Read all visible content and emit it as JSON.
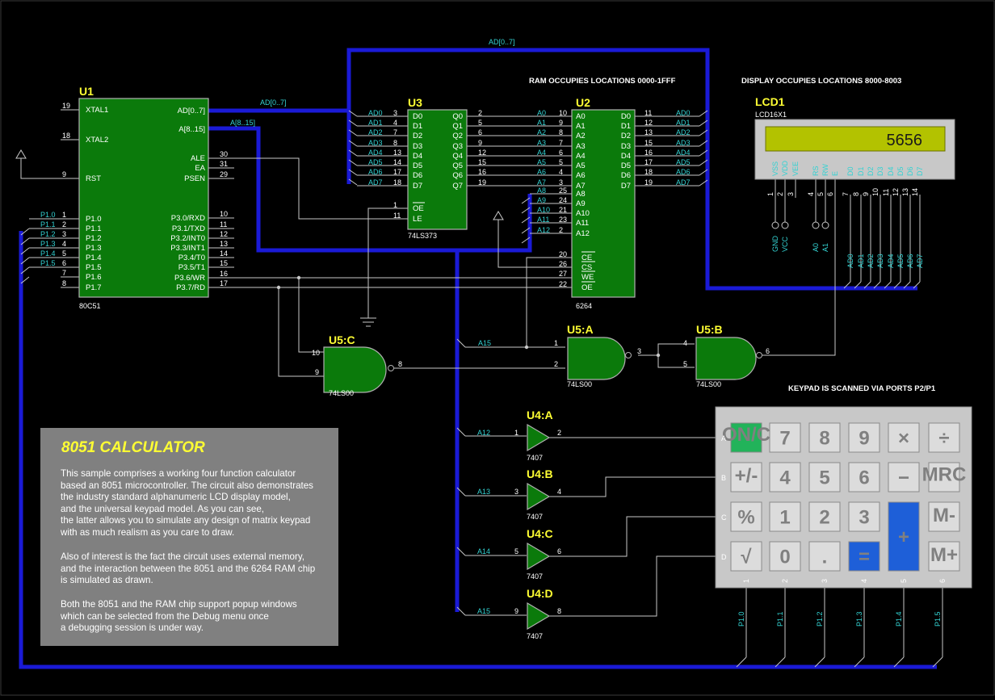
{
  "info_box": {
    "title": "8051 CALCULATOR",
    "paragraph1": "This sample comprises a working four function calculator\nbased an 8051 microcontroller. The circuit also demonstrates\nthe industry standard alphanumeric LCD display model,\nand the universal keypad model. As you can see,\nthe latter allows you to simulate any design of matrix keypad\nwith as much realism as you care to draw.",
    "paragraph2": "Also of interest is the fact the circuit uses external memory,\nand the interaction between the 8051 and the 6264 RAM chip\nis simulated as drawn.",
    "paragraph3": "Both the 8051 and the RAM chip support popup windows\nwhich can be selected from the Debug menu once\na debugging session is under way."
  },
  "notes": {
    "ram": "RAM OCCUPIES  LOCATIONS 0000-1FFF",
    "display": "DISPLAY OCCUPIES  LOCATIONS 8000-8003",
    "keypad": "KEYPAD IS SCANNED VIA PORTS P2/P1"
  },
  "bus_labels": {
    "top": "AD[0..7]",
    "u1_ad": "AD[0..7]",
    "u1_a": "A[8..15]"
  },
  "u1": {
    "ref": "U1",
    "part": "80C51",
    "left_pins": [
      {
        "num": "19",
        "name": "XTAL1"
      },
      {
        "num": "18",
        "name": "XTAL2"
      },
      {
        "num": "9",
        "name": "RST"
      },
      {
        "num": "1",
        "name": "P1.0"
      },
      {
        "num": "2",
        "name": "P1.1"
      },
      {
        "num": "3",
        "name": "P1.2"
      },
      {
        "num": "4",
        "name": "P1.3"
      },
      {
        "num": "5",
        "name": "P1.4"
      },
      {
        "num": "6",
        "name": "P1.5"
      },
      {
        "num": "7",
        "name": "P1.6"
      },
      {
        "num": "8",
        "name": "P1.7"
      }
    ],
    "right_top": [
      {
        "name": "AD[0..7]"
      },
      {
        "name": "A[8..15]"
      }
    ],
    "right_pins": [
      {
        "num": "30",
        "name": "ALE"
      },
      {
        "num": "31",
        "name": "EA"
      },
      {
        "num": "29",
        "name": "PSEN"
      },
      {
        "num": "10",
        "name": "P3.0/RXD"
      },
      {
        "num": "11",
        "name": "P3.1/TXD"
      },
      {
        "num": "12",
        "name": "P3.2/INT0"
      },
      {
        "num": "13",
        "name": "P3.3/INT1"
      },
      {
        "num": "14",
        "name": "P3.4/T0"
      },
      {
        "num": "15",
        "name": "P3.5/T1"
      },
      {
        "num": "16",
        "name": "P3.6/WR"
      },
      {
        "num": "17",
        "name": "P3.7/RD"
      }
    ],
    "port_nets": [
      "P1.0",
      "P1.1",
      "P1.2",
      "P1.3",
      "P1.4",
      "P1.5"
    ]
  },
  "u3": {
    "ref": "U3",
    "part": "74LS373",
    "d_pins": [
      {
        "net": "AD0",
        "num": "3",
        "name": "D0"
      },
      {
        "net": "AD1",
        "num": "4",
        "name": "D1"
      },
      {
        "net": "AD2",
        "num": "7",
        "name": "D2"
      },
      {
        "net": "AD3",
        "num": "8",
        "name": "D3"
      },
      {
        "net": "AD4",
        "num": "13",
        "name": "D4"
      },
      {
        "net": "AD5",
        "num": "14",
        "name": "D5"
      },
      {
        "net": "AD6",
        "num": "17",
        "name": "D6"
      },
      {
        "net": "AD7",
        "num": "18",
        "name": "D7"
      }
    ],
    "q_pins": [
      {
        "num": "2",
        "name": "Q0"
      },
      {
        "num": "5",
        "name": "Q1"
      },
      {
        "num": "6",
        "name": "Q2"
      },
      {
        "num": "9",
        "name": "Q3"
      },
      {
        "num": "12",
        "name": "Q4"
      },
      {
        "num": "15",
        "name": "Q5"
      },
      {
        "num": "16",
        "name": "Q6"
      },
      {
        "num": "19",
        "name": "Q7"
      }
    ],
    "ctrl_pins": [
      {
        "num": "1",
        "name": "OE"
      },
      {
        "num": "11",
        "name": "LE"
      }
    ]
  },
  "u2": {
    "ref": "U2",
    "part": "6264",
    "a_pins": [
      {
        "num": "10",
        "name": "A0"
      },
      {
        "num": "9",
        "name": "A1"
      },
      {
        "num": "8",
        "name": "A2"
      },
      {
        "num": "7",
        "name": "A3"
      },
      {
        "num": "6",
        "name": "A4"
      },
      {
        "num": "5",
        "name": "A5"
      },
      {
        "num": "4",
        "name": "A6"
      },
      {
        "num": "3",
        "name": "A7"
      },
      {
        "num": "25",
        "name": "A8"
      },
      {
        "num": "24",
        "name": "A9"
      },
      {
        "num": "21",
        "name": "A10"
      },
      {
        "num": "23",
        "name": "A11"
      },
      {
        "num": "2",
        "name": "A12"
      }
    ],
    "a_nets": [
      "A0",
      "A1",
      "A2",
      "A3",
      "A4",
      "A5",
      "A6",
      "A7",
      "A8",
      "A9",
      "A10",
      "A11",
      "A12"
    ],
    "ctrl_pins": [
      {
        "num": "20",
        "name": "CE"
      },
      {
        "num": "26",
        "name": "CS"
      },
      {
        "num": "27",
        "name": "WE"
      },
      {
        "num": "22",
        "name": "OE"
      }
    ],
    "d_pins": [
      {
        "num": "11",
        "name": "D0",
        "net": "AD0"
      },
      {
        "num": "12",
        "name": "D1",
        "net": "AD1"
      },
      {
        "num": "13",
        "name": "D2",
        "net": "AD2"
      },
      {
        "num": "15",
        "name": "D3",
        "net": "AD3"
      },
      {
        "num": "16",
        "name": "D4",
        "net": "AD4"
      },
      {
        "num": "17",
        "name": "D5",
        "net": "AD5"
      },
      {
        "num": "18",
        "name": "D6",
        "net": "AD6"
      },
      {
        "num": "19",
        "name": "D7",
        "net": "AD7"
      }
    ]
  },
  "lcd": {
    "ref": "LCD1",
    "part": "LCD16X1",
    "display": "5656",
    "pins": [
      {
        "num": "1",
        "name": "VSS"
      },
      {
        "num": "2",
        "name": "VDD"
      },
      {
        "num": "3",
        "name": "VEE"
      },
      {
        "num": "4",
        "name": "RS"
      },
      {
        "num": "5",
        "name": "RW"
      },
      {
        "num": "6",
        "name": "E"
      },
      {
        "num": "7",
        "name": "D0"
      },
      {
        "num": "8",
        "name": "D1"
      },
      {
        "num": "9",
        "name": "D2"
      },
      {
        "num": "10",
        "name": "D3"
      },
      {
        "num": "11",
        "name": "D4"
      },
      {
        "num": "12",
        "name": "D5"
      },
      {
        "num": "13",
        "name": "D6"
      },
      {
        "num": "14",
        "name": "D7"
      }
    ],
    "terminals": [
      "GND",
      "VCC",
      "A0",
      "A1"
    ],
    "d_nets": [
      "AD0",
      "AD1",
      "AD2",
      "AD3",
      "AD4",
      "AD5",
      "AD6",
      "AD7"
    ]
  },
  "gates": {
    "u5c": {
      "ref": "U5:C",
      "part": "74LS00",
      "in1": "10",
      "in2": "9",
      "out": "8"
    },
    "u5a": {
      "ref": "U5:A",
      "part": "74LS00",
      "in1": "1",
      "in2": "2",
      "out": "3",
      "net": "A15"
    },
    "u5b": {
      "ref": "U5:B",
      "part": "74LS00",
      "in1": "4",
      "in2": "5",
      "out": "6"
    }
  },
  "buffers": [
    {
      "ref": "U4:A",
      "part": "7407",
      "net": "A12",
      "in": "1",
      "out": "2"
    },
    {
      "ref": "U4:B",
      "part": "7407",
      "net": "A13",
      "in": "3",
      "out": "4"
    },
    {
      "ref": "U4:C",
      "part": "7407",
      "net": "A14",
      "in": "5",
      "out": "6"
    },
    {
      "ref": "U4:D",
      "part": "7407",
      "net": "A15",
      "in": "9",
      "out": "8"
    }
  ],
  "keypad": {
    "rows": [
      "A",
      "B",
      "C",
      "D"
    ],
    "cols": [
      "1",
      "2",
      "3",
      "4",
      "5",
      "6"
    ],
    "col_nets": [
      "P1.0",
      "P1.1",
      "P1.2",
      "P1.3",
      "P1.4",
      "P1.5"
    ],
    "keys": [
      [
        "ON/C",
        "7",
        "8",
        "9",
        "×",
        "÷"
      ],
      [
        "+/-",
        "4",
        "5",
        "6",
        "−",
        "MRC"
      ],
      [
        "%",
        "1",
        "2",
        "3",
        "+",
        "M-"
      ],
      [
        "√",
        "0",
        ".",
        "=",
        "",
        "M+"
      ]
    ]
  },
  "colors": {
    "background": "#000000",
    "bus": "#1a1ad6",
    "chip": "#0b7a0b",
    "label": "#ffff33",
    "net": "#33d2d2",
    "lcd": "#b3c200",
    "key_on": "#22b35a",
    "key_blue": "#1e5fd8"
  }
}
